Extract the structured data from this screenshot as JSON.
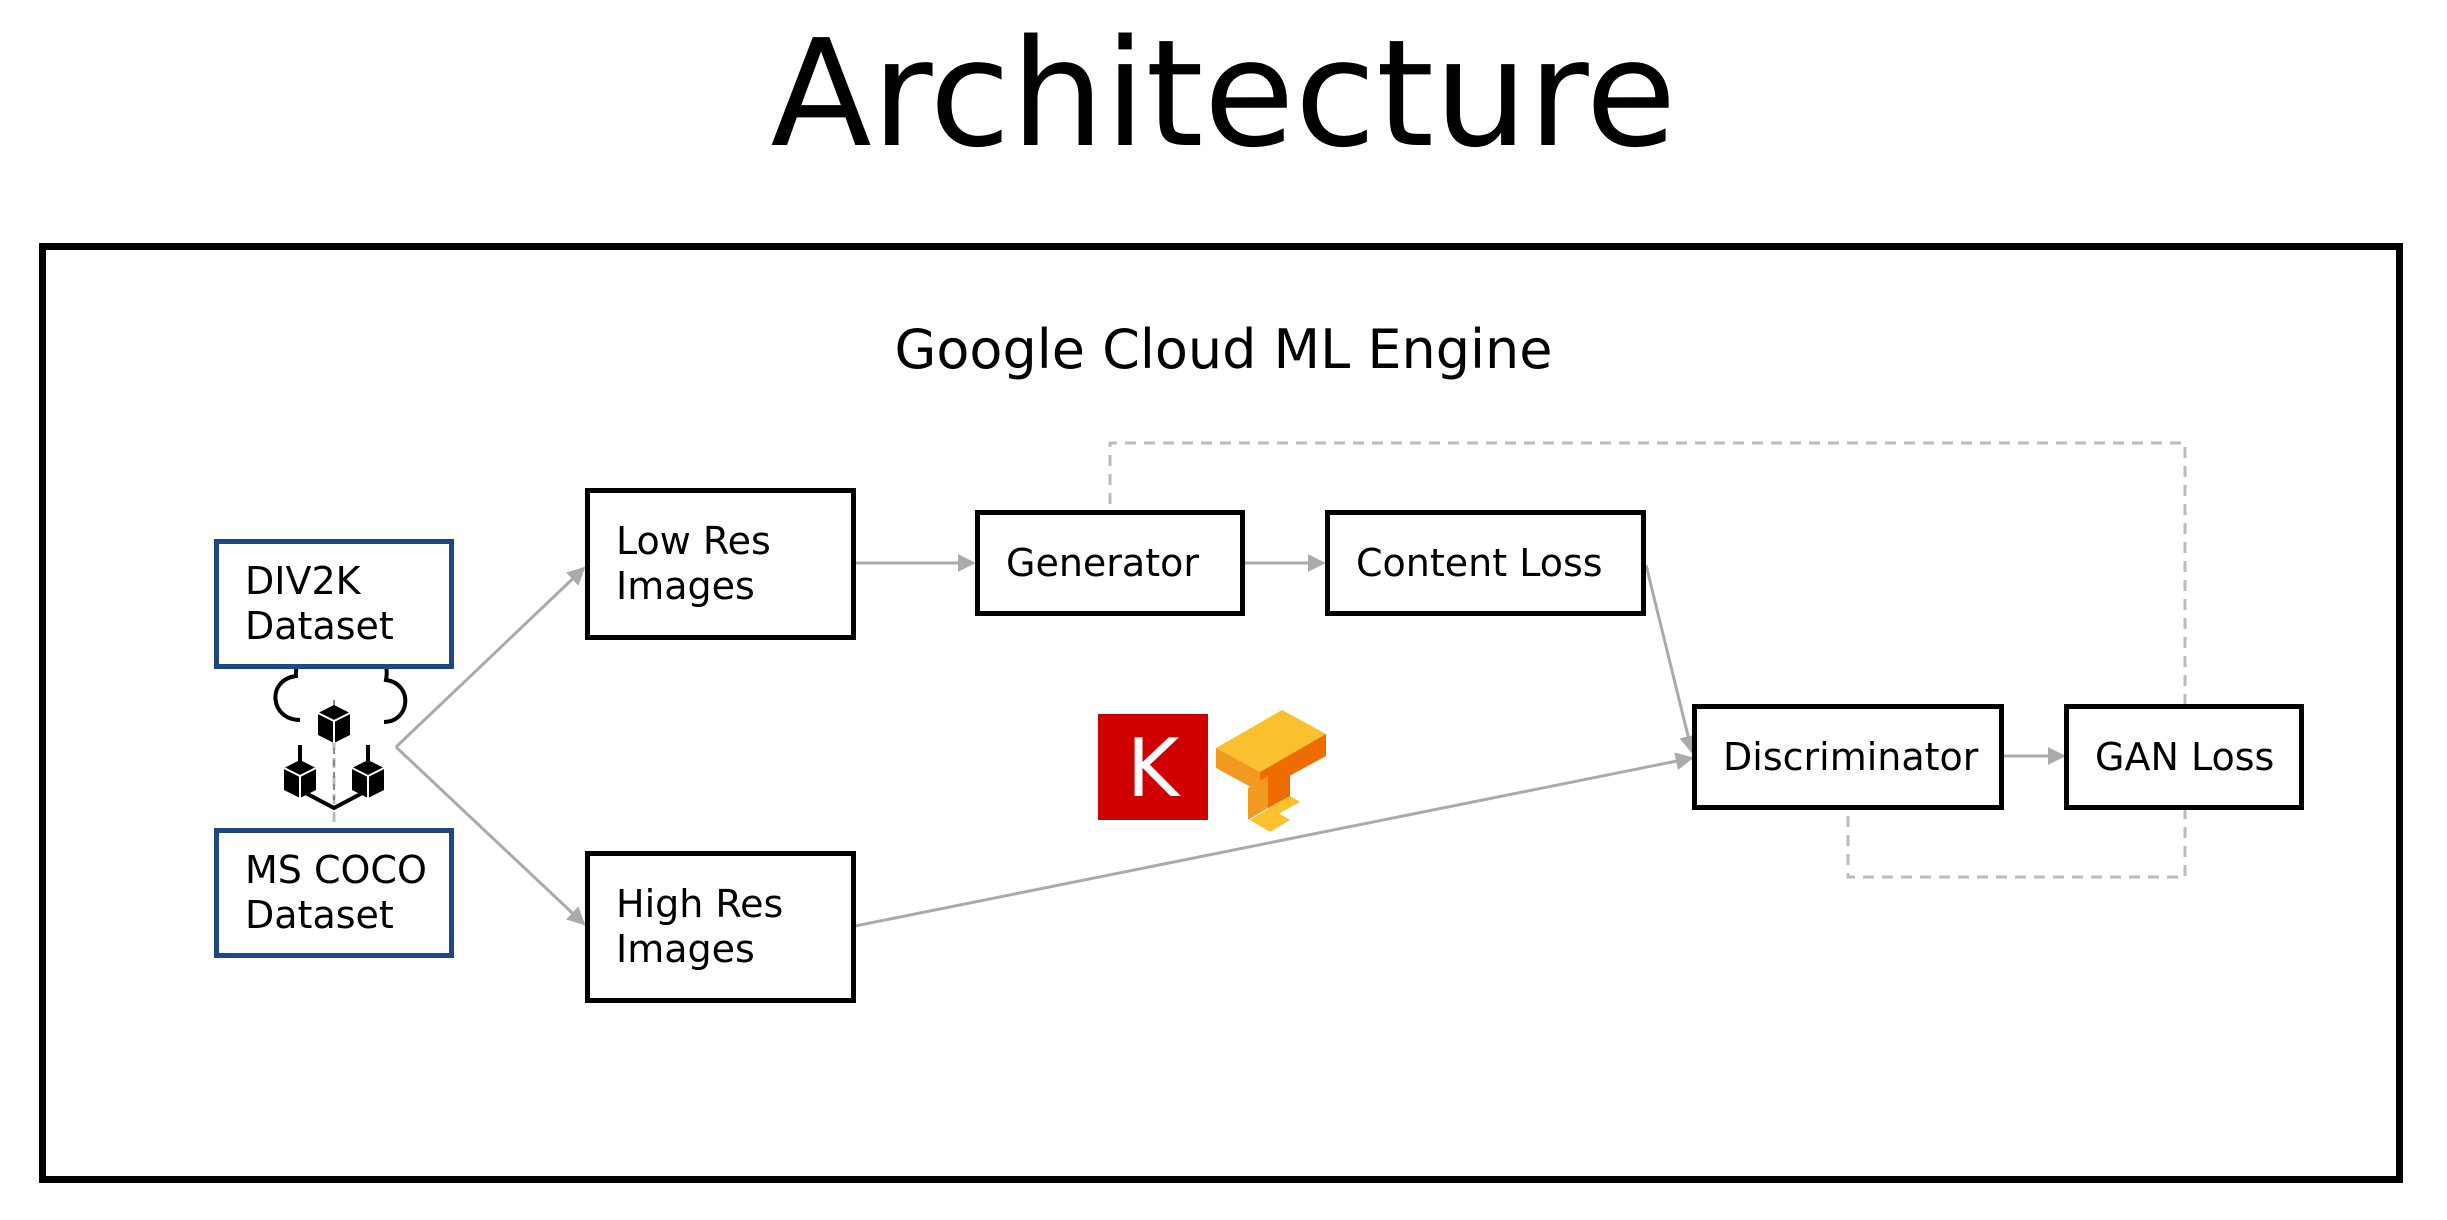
{
  "title": "Architecture",
  "frame": {
    "label": "Google Cloud ML Engine"
  },
  "nodes": {
    "div2k": "DIV2K\nDataset",
    "mscoco": "MS COCO\nDataset",
    "low_res": "Low Res\nImages",
    "high_res": "High Res\nImages",
    "generator": "Generator",
    "content_loss": "Content Loss",
    "discriminator": "Discriminator",
    "gan_loss": "GAN Loss"
  },
  "logos": {
    "keras_letter": "K",
    "keras_color": "#d00000",
    "tensorflow_color": "#f29a1f"
  },
  "icons": {
    "dataset_cloud": "cloud-cubes-icon"
  },
  "colors": {
    "dataset_border": "#1f4788",
    "arrow": "#aaaaaa",
    "feedback": "#bbbbbb"
  }
}
